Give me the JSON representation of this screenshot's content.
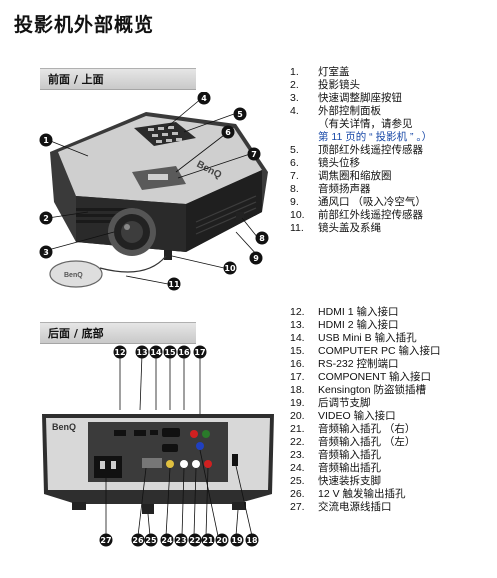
{
  "page": {
    "title": "投影机外部概览"
  },
  "front": {
    "section_label": "前面 / 上面",
    "callouts": [
      "1",
      "2",
      "3",
      "4",
      "5",
      "6",
      "7",
      "8",
      "9",
      "10",
      "11"
    ],
    "brand": "BenQ",
    "items": [
      {
        "num": "1.",
        "text": "灯室盖"
      },
      {
        "num": "2.",
        "text": "投影镜头"
      },
      {
        "num": "3.",
        "text": "快速调整脚座按钮"
      },
      {
        "num": "4.",
        "text": "外部控制面板"
      },
      {
        "num": "",
        "text": "（有关详情，请参见",
        "kind": "cont"
      },
      {
        "num": "",
        "text": "第 11 页的 “ 投影机 ” 。）",
        "kind": "link"
      },
      {
        "num": "5.",
        "text": "顶部红外线遥控传感器"
      },
      {
        "num": "6.",
        "text": "镜头位移"
      },
      {
        "num": "7.",
        "text": "调焦圈和缩放圈"
      },
      {
        "num": "8.",
        "text": "音频扬声器"
      },
      {
        "num": "9.",
        "text": "通风口 （吸入冷空气）"
      },
      {
        "num": "10.",
        "text": "前部红外线遥控传感器"
      },
      {
        "num": "11.",
        "text": "镜头盖及系绳"
      }
    ]
  },
  "rear": {
    "section_label": "后面 / 底部",
    "callouts_top": [
      "12",
      "13",
      "14",
      "15",
      "16",
      "17"
    ],
    "callouts_bottom": [
      "27",
      "26",
      "25",
      "24",
      "23",
      "22",
      "21",
      "20",
      "19",
      "18"
    ],
    "brand": "BenQ",
    "items": [
      {
        "num": "12.",
        "text": "HDMI 1 输入接口"
      },
      {
        "num": "13.",
        "text": "HDMI 2 输入接口"
      },
      {
        "num": "14.",
        "text": "USB Mini B 输入插孔"
      },
      {
        "num": "15.",
        "text": "COMPUTER PC 输入接口"
      },
      {
        "num": "16.",
        "text": "RS-232 控制端口"
      },
      {
        "num": "17.",
        "text": "COMPONENT 输入接口"
      },
      {
        "num": "18.",
        "text": "Kensington 防盗锁插槽"
      },
      {
        "num": "19.",
        "text": "后调节支脚"
      },
      {
        "num": "20.",
        "text": "VIDEO 输入接口"
      },
      {
        "num": "21.",
        "text": "音频输入插孔 （右）"
      },
      {
        "num": "22.",
        "text": "音频输入插孔 （左）"
      },
      {
        "num": "23.",
        "text": "音频输入插孔"
      },
      {
        "num": "24.",
        "text": "音频输出插孔"
      },
      {
        "num": "25.",
        "text": "快速装拆支脚"
      },
      {
        "num": "26.",
        "text": "12 V 触发输出插孔"
      },
      {
        "num": "27.",
        "text": "交流电源线插口"
      }
    ]
  }
}
